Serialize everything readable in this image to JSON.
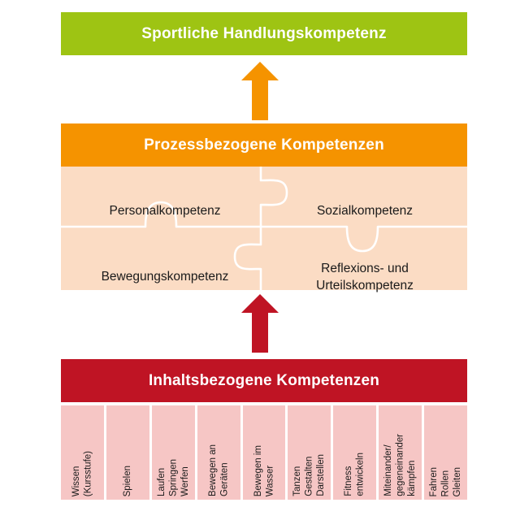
{
  "diagram": {
    "title": "Sportliche Handlungskompetenz Kompetenzmodell",
    "colors": {
      "green": "#9ec413",
      "orange": "#f59300",
      "red": "#bf1424",
      "peach": "#fbdcc4",
      "pink": "#f6c6c5",
      "white": "#ffffff",
      "text_dark": "#1a1a1a"
    }
  },
  "top_banner": {
    "label": "Sportliche Handlungskompetenz"
  },
  "arrow_upper": {
    "name": "orange-up-arrow",
    "color": "#f59300"
  },
  "process_banner": {
    "label": "Prozessbezogene Kompetenzen"
  },
  "puzzle": {
    "pieces": [
      {
        "id": "personalkompetenz",
        "label": "Personalkompetenz"
      },
      {
        "id": "sozialkompetenz",
        "label": "Sozialkompetenz"
      },
      {
        "id": "bewegungskompetenz",
        "label": "Bewegungskompetenz"
      },
      {
        "id": "reflexions-und-urteilskompetenz",
        "label": "Reflexions- und\nUrteilskompetenz"
      }
    ]
  },
  "arrow_lower": {
    "name": "red-up-arrow",
    "color": "#bf1424"
  },
  "content_banner": {
    "label": "Inhaltsbezogene Kompetenzen"
  },
  "content_columns": [
    {
      "id": "wissen",
      "label": "Wissen\n(Kursstufe)"
    },
    {
      "id": "spielen",
      "label": "Spielen"
    },
    {
      "id": "laufen-springen-werfen",
      "label": "Laufen\nSpringen\nWerfen"
    },
    {
      "id": "bewegen-an-geraeten",
      "label": "Bewegen an\nGeräten"
    },
    {
      "id": "bewegen-im-wasser",
      "label": "Bewegen im\nWasser"
    },
    {
      "id": "tanzen-gestalten-darstellen",
      "label": "Tanzen\nGestalten\nDarstellen"
    },
    {
      "id": "fitness-entwickeln",
      "label": "Fitness\nentwickeln"
    },
    {
      "id": "miteinander-gegeneinander-kaempfen",
      "label": "Miteinander/\ngegeneinander\nkämpfen"
    },
    {
      "id": "fahren-rollen-gleiten",
      "label": "Fahren\nRollen\nGleiten"
    }
  ]
}
